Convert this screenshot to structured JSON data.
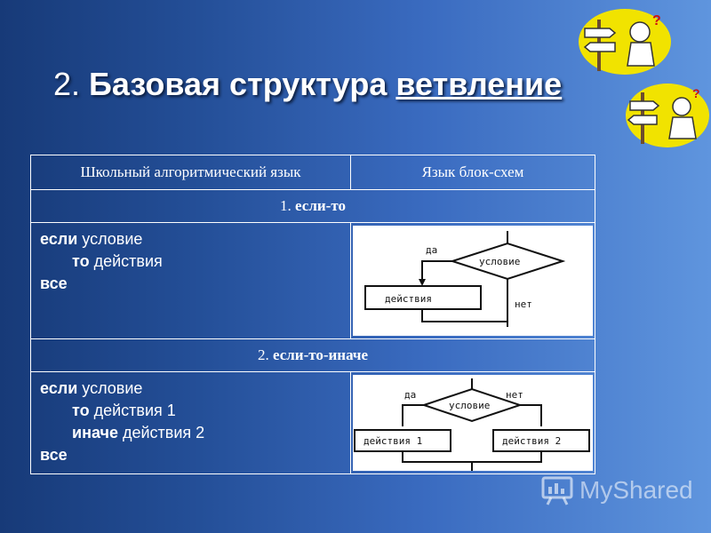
{
  "slide": {
    "title_number": "2.",
    "title_bold": "Базовая структура",
    "title_underlined": "ветвление"
  },
  "table": {
    "col1_header": "Школьный алгоритмический язык",
    "col2_header": "Язык блок-схем",
    "section1": {
      "number": "1.",
      "name": "если-то",
      "code": {
        "kw_if": "если",
        "cond": " условие",
        "kw_then": "то",
        "act": " действия",
        "kw_end": "все"
      },
      "diagram": {
        "yes": "да",
        "no": "нет",
        "condition": "условие",
        "action": "действия"
      }
    },
    "section2": {
      "number": "2.",
      "name": "если-то-иначе",
      "code": {
        "kw_if": "если",
        "cond": " условие",
        "kw_then": "то",
        "act1": " действия 1",
        "kw_else": "иначе",
        "act2": " действия 2",
        "kw_end": "все"
      },
      "diagram": {
        "yes": "да",
        "no": "нет",
        "condition": "условие",
        "action1": "действия 1",
        "action2": "действия 2"
      }
    }
  },
  "watermark": {
    "brand": "MyShared"
  }
}
